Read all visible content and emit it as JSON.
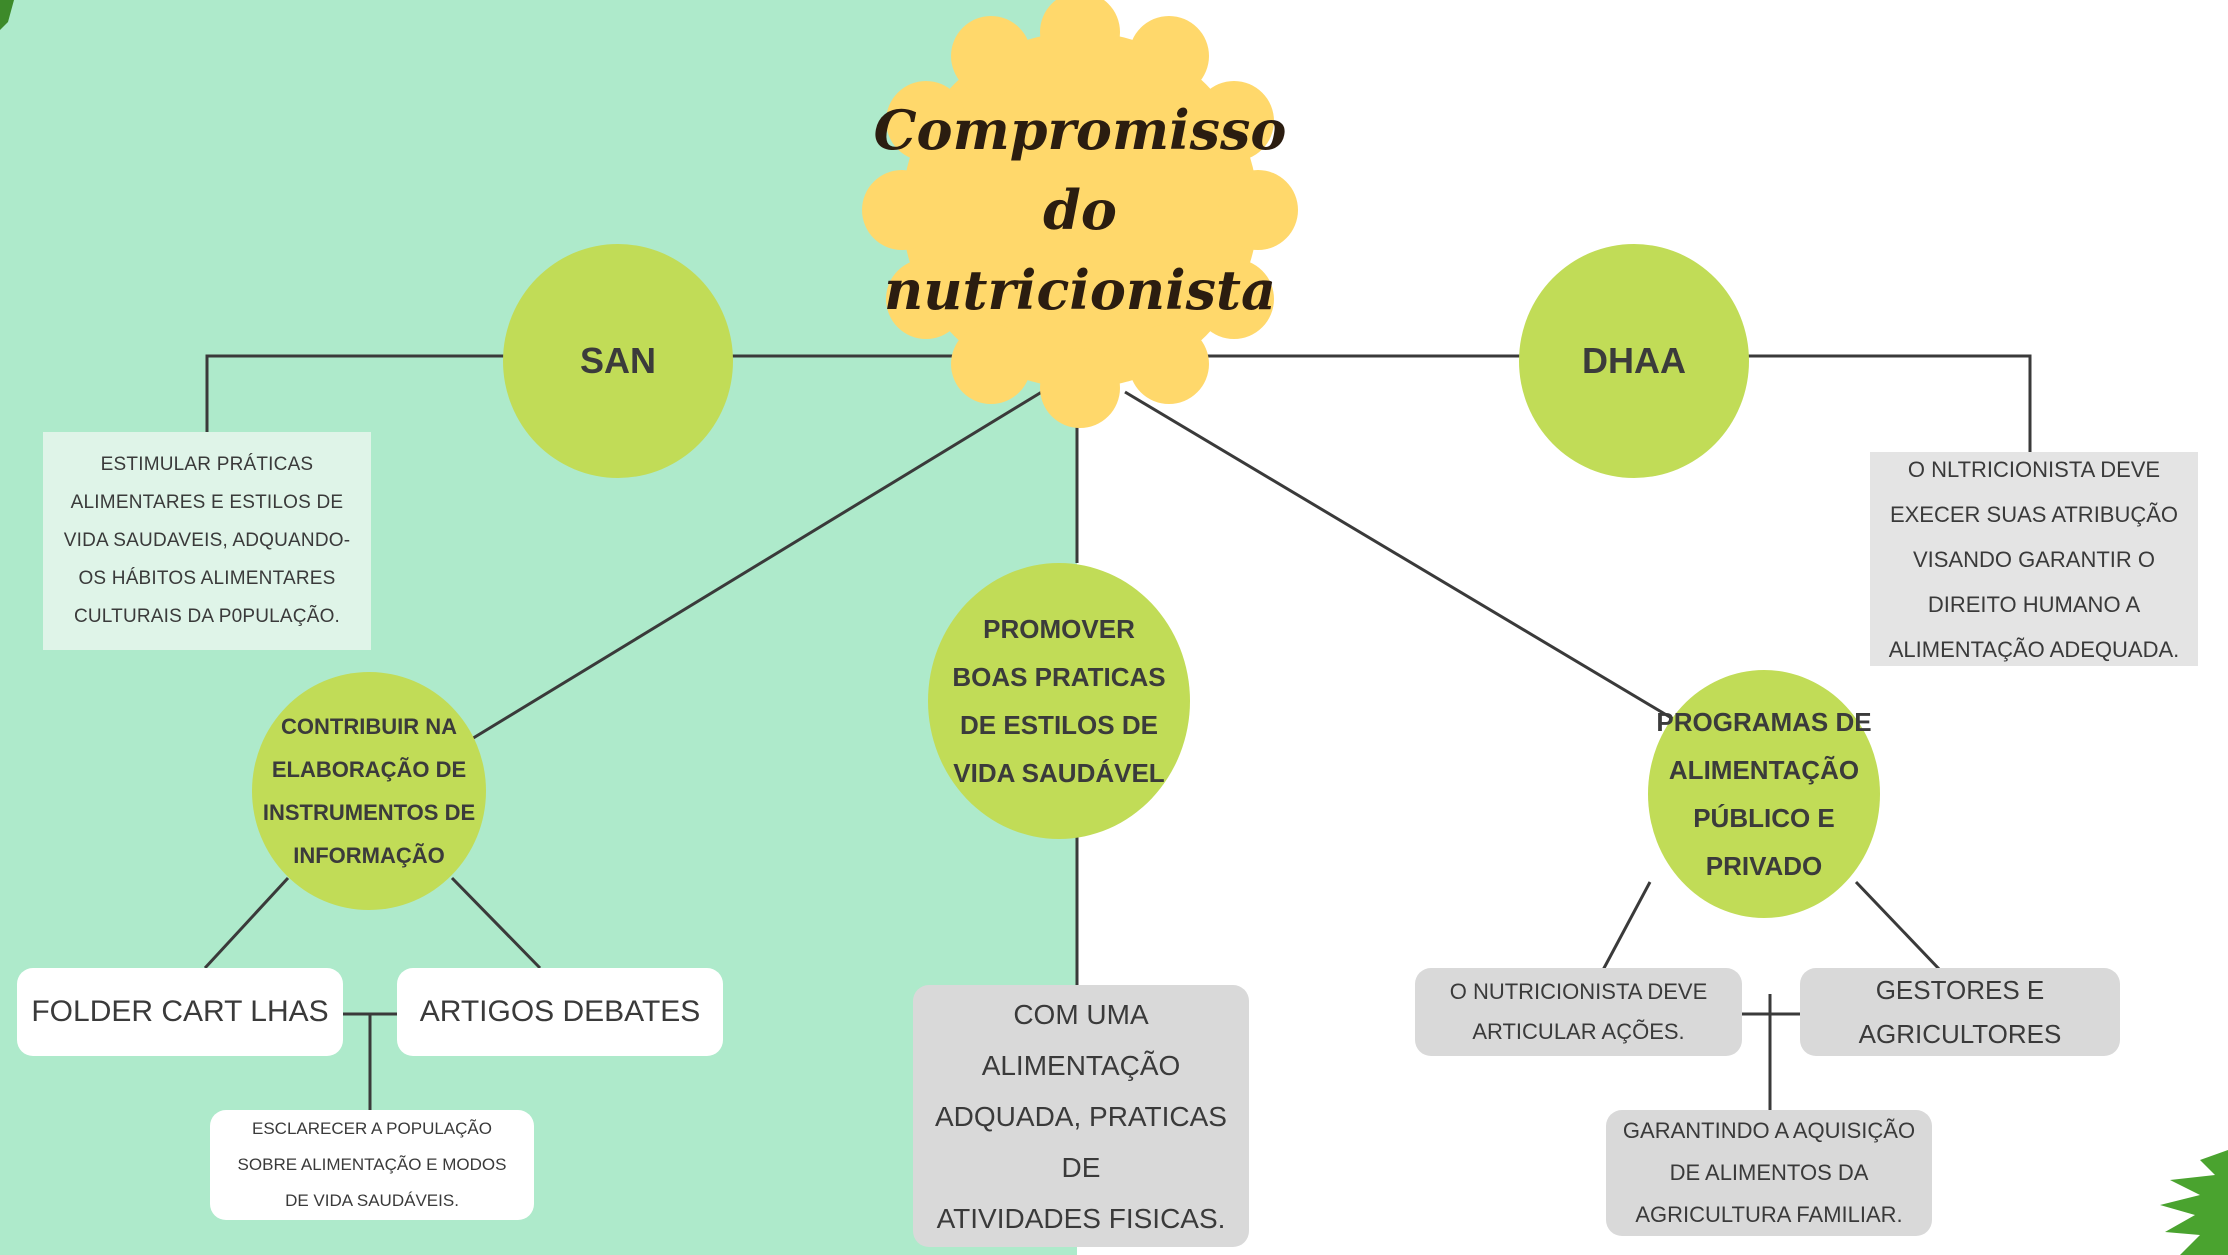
{
  "colors": {
    "left_bg": "#aeeacb",
    "right_bg": "#ffffff",
    "title_badge": "#ffd86b",
    "circle": "#c1dc57",
    "grey_box": "#d9d9d9",
    "line": "#3a3a3a"
  },
  "title": "Compromisso do\nnutricionista",
  "san": {
    "label": "SAN",
    "note": "ESTIMULAR PRÁTICAS\nALIMENTARES E ESTILOS DE\nVIDA SAUDAVEIS, ADQUANDO-\nOS HÁBITOS ALIMENTARES\nCULTURAIS DA P0PULAÇÃO."
  },
  "dhaa": {
    "label": "DHAA",
    "note": "O NLTRICIONISTA DEVE\nEXECER SUAS ATRIBUÇÃO\nVISANDO GARANTIR O\nDIREITO HUMANO A\nALIMENTAÇÃO ADEQUADA."
  },
  "contribuir": {
    "label": "CONTRIBUIR NA\nELABORAÇÃO DE\nINSTRUMENTOS DE\nINFORMAÇÃO",
    "folder": "FOLDER  CART LHAS",
    "artigos": "ARTIGOS DEBATES",
    "esclarecer": "ESCLARECER A POPULAÇÃO\nSOBRE ALIMENTAÇÃO E MODOS\nDE VIDA SAUDÁVEIS."
  },
  "promover": {
    "label": "PROMOVER\nBOAS PRATICAS\nDE ESTILOS DE\nVIDA SAUDÁVEL",
    "note": "COM UMA\nALIMENTAÇÃO\nADQUADA, PRATICAS DE\nATIVIDADES FISICAS."
  },
  "programas": {
    "label": "PROGRAMAS DE\nALIMENTAÇÃO\nPÚBLICO E\nPRIVADO",
    "articular": "O NUTRICIONISTA DEVE\nARTICULAR AÇÕES.",
    "gestores": "GESTORES E\nAGRICULTORES",
    "garantindo": "GARANTINDO A AQUISIÇÃO\nDE ALIMENTOS DA\nAGRICULTURA FAMILIAR."
  }
}
